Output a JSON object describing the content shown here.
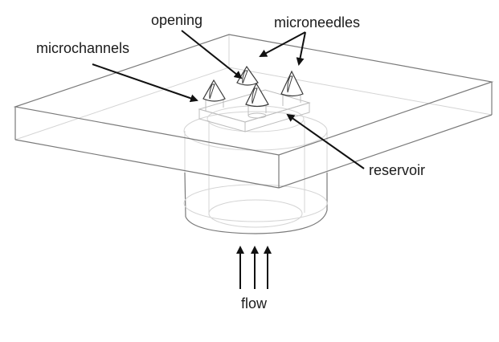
{
  "figure": {
    "description": "Microneedle device with reservoir and microchannels",
    "labels": {
      "opening": "opening",
      "microneedles": "microneedles",
      "microchannels": "microchannels",
      "reservoir": "reservoir",
      "flow": "flow"
    },
    "microneedle_count": 4,
    "flow_arrow_count": 3,
    "colors": {
      "outline_dark": "#7a7a7a",
      "outline_light": "#d4d4d4",
      "arrow": "#111111",
      "text": "#1a1a1a"
    }
  }
}
